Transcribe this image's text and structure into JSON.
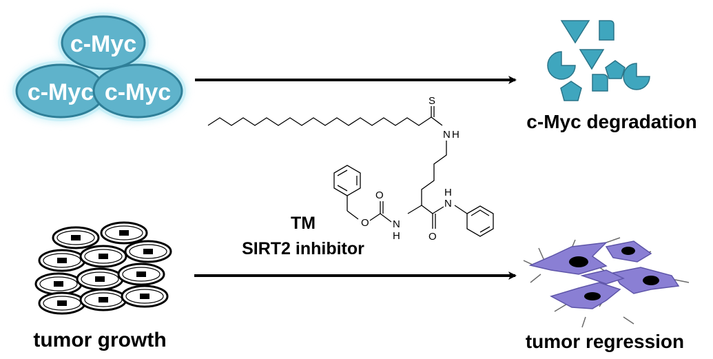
{
  "colors": {
    "myc_fill": "#5fb3cb",
    "myc_stroke": "#2f7f98",
    "myc_glow": "#9fe3f2",
    "fragment_fill": "#3fa6be",
    "cell_fill": "#8a7fd4",
    "arrow": "#000000"
  },
  "top_left": {
    "myc_labels": [
      "c-Myc",
      "c-Myc",
      "c-Myc"
    ]
  },
  "top_right": {
    "label": "c-Myc degradation"
  },
  "center": {
    "compound_name": "TM",
    "compound_role": "SIRT2 inhibitor",
    "atoms": {
      "sulfur": "S",
      "nh_thioamide": "H",
      "n_thioamide": "N",
      "oxygen_ether": "O",
      "oxygen_carbamate": "O",
      "n_carbamate": "N",
      "h_carbamate": "H",
      "n_amide": "N",
      "h_amide": "H",
      "oxygen_amide": "O"
    }
  },
  "bottom_left": {
    "label": "tumor growth"
  },
  "bottom_right": {
    "label": "tumor regression"
  },
  "icons": [
    "myc-cluster-icon",
    "degraded-fragments-icon",
    "tumor-cells-icon",
    "regressed-cells-icon"
  ]
}
